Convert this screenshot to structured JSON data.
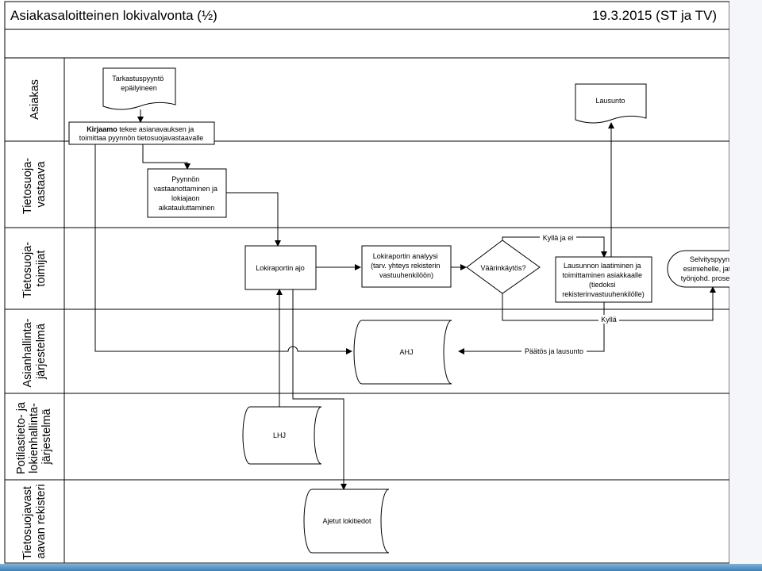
{
  "header": {
    "title": "Asiakasaloitteinen lokivalvonta (½)",
    "date": "19.3.2015 (ST ja TV)"
  },
  "lanes": [
    {
      "label_lines": [
        "Asiakas"
      ]
    },
    {
      "label_lines": [
        "Tietosuoja-",
        "vastaava"
      ]
    },
    {
      "label_lines": [
        "Tietosuoja-",
        "toimijat"
      ]
    },
    {
      "label_lines": [
        "Asianhallinta-",
        "järjestelmä"
      ]
    },
    {
      "label_lines": [
        "Potilastieto- ja",
        "lokienhallinta-",
        "järjestelmä"
      ]
    },
    {
      "label_lines": [
        "Tietosuojavast",
        "aavan rekisteri"
      ]
    }
  ],
  "nodes": {
    "tarkastuspyynto": {
      "lines": [
        "Tarkastuspyyntö",
        "epäilyineen"
      ]
    },
    "kirjaamo": {
      "lines": [
        "tekee asianavauksen ja",
        "toimittaa pyynnön tietosuojavastaavalle"
      ],
      "bold_prefix": "Kirjaamo"
    },
    "lausunto": {
      "lines": [
        "Lausunto"
      ]
    },
    "pyynnon": {
      "lines": [
        "Pyynnön",
        "vastaanottaminen ja",
        "lokiajaon",
        "aikatauluttaminen"
      ]
    },
    "lokiraportin_ajo": {
      "lines": [
        "Lokiraportin ajo"
      ]
    },
    "lokiraportin_analyysi": {
      "lines": [
        "Lokiraportin analyysi",
        "(tarv. yhteys rekisterin",
        "vastuuhenkilöön)"
      ]
    },
    "vaarinkaytos": {
      "lines": [
        "Väärinkäytös?"
      ]
    },
    "lausunnon": {
      "lines": [
        "Lausunnon laatiminen ja",
        "toimittaminen asiakkaalle",
        "(tiedoksi",
        "rekisterinvastuuhenkilölle)"
      ]
    },
    "selvityspyynto": {
      "lines": [
        "Selvityspyyntö",
        "esimiehelle, jatkuu",
        "työnjohd. prosessina"
      ]
    },
    "ahj": {
      "lines": [
        "AHJ"
      ]
    },
    "lhj": {
      "lines": [
        "LHJ"
      ]
    },
    "ajetut": {
      "lines": [
        "Ajetut lokitiedot"
      ]
    }
  },
  "edge_labels": {
    "kylla_ja_ei": "Kyllä ja ei",
    "kylla": "Kyllä",
    "paatos": "Päätös ja lausunto"
  },
  "colors": {
    "stroke": "#000000",
    "fill": "#ffffff",
    "bottom_bar": "#3d7fb5"
  }
}
